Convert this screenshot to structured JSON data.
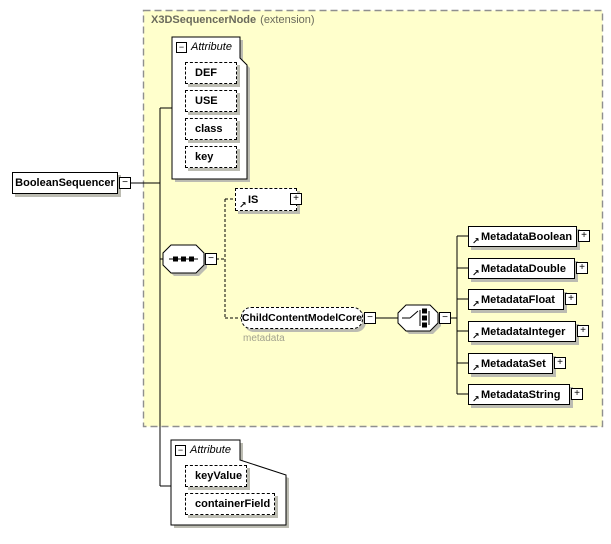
{
  "container": {
    "title": "X3DSequencerNode",
    "title_suffix": "(extension)"
  },
  "root_element": {
    "label": "BooleanSequencer"
  },
  "attribute_group_top": {
    "label": "Attribute",
    "items": [
      {
        "name": "DEF"
      },
      {
        "name": "USE"
      },
      {
        "name": "class"
      },
      {
        "name": "key"
      }
    ]
  },
  "attribute_group_bottom": {
    "label": "Attribute",
    "items": [
      {
        "name": "keyValue"
      },
      {
        "name": "containerField"
      }
    ]
  },
  "is_element": {
    "label": "IS"
  },
  "child_content_model": {
    "label": "ChildContentModelCore",
    "annotation": "metadata"
  },
  "metadata_elements": [
    {
      "label": "MetadataBoolean"
    },
    {
      "label": "MetadataDouble"
    },
    {
      "label": "MetadataFloat"
    },
    {
      "label": "MetadataInteger"
    },
    {
      "label": "MetadataSet"
    },
    {
      "label": "MetadataString"
    }
  ],
  "icons": {
    "collapse": "−",
    "expand": "+",
    "ref_arrow": "↗"
  },
  "colors": {
    "container_fill": "#ffffcc",
    "container_border": "#8f8f8f",
    "shadow": "#bcbcb2",
    "annotation_text": "#a2a28e",
    "title_text": "#6a6a5c",
    "line": "#000000"
  }
}
